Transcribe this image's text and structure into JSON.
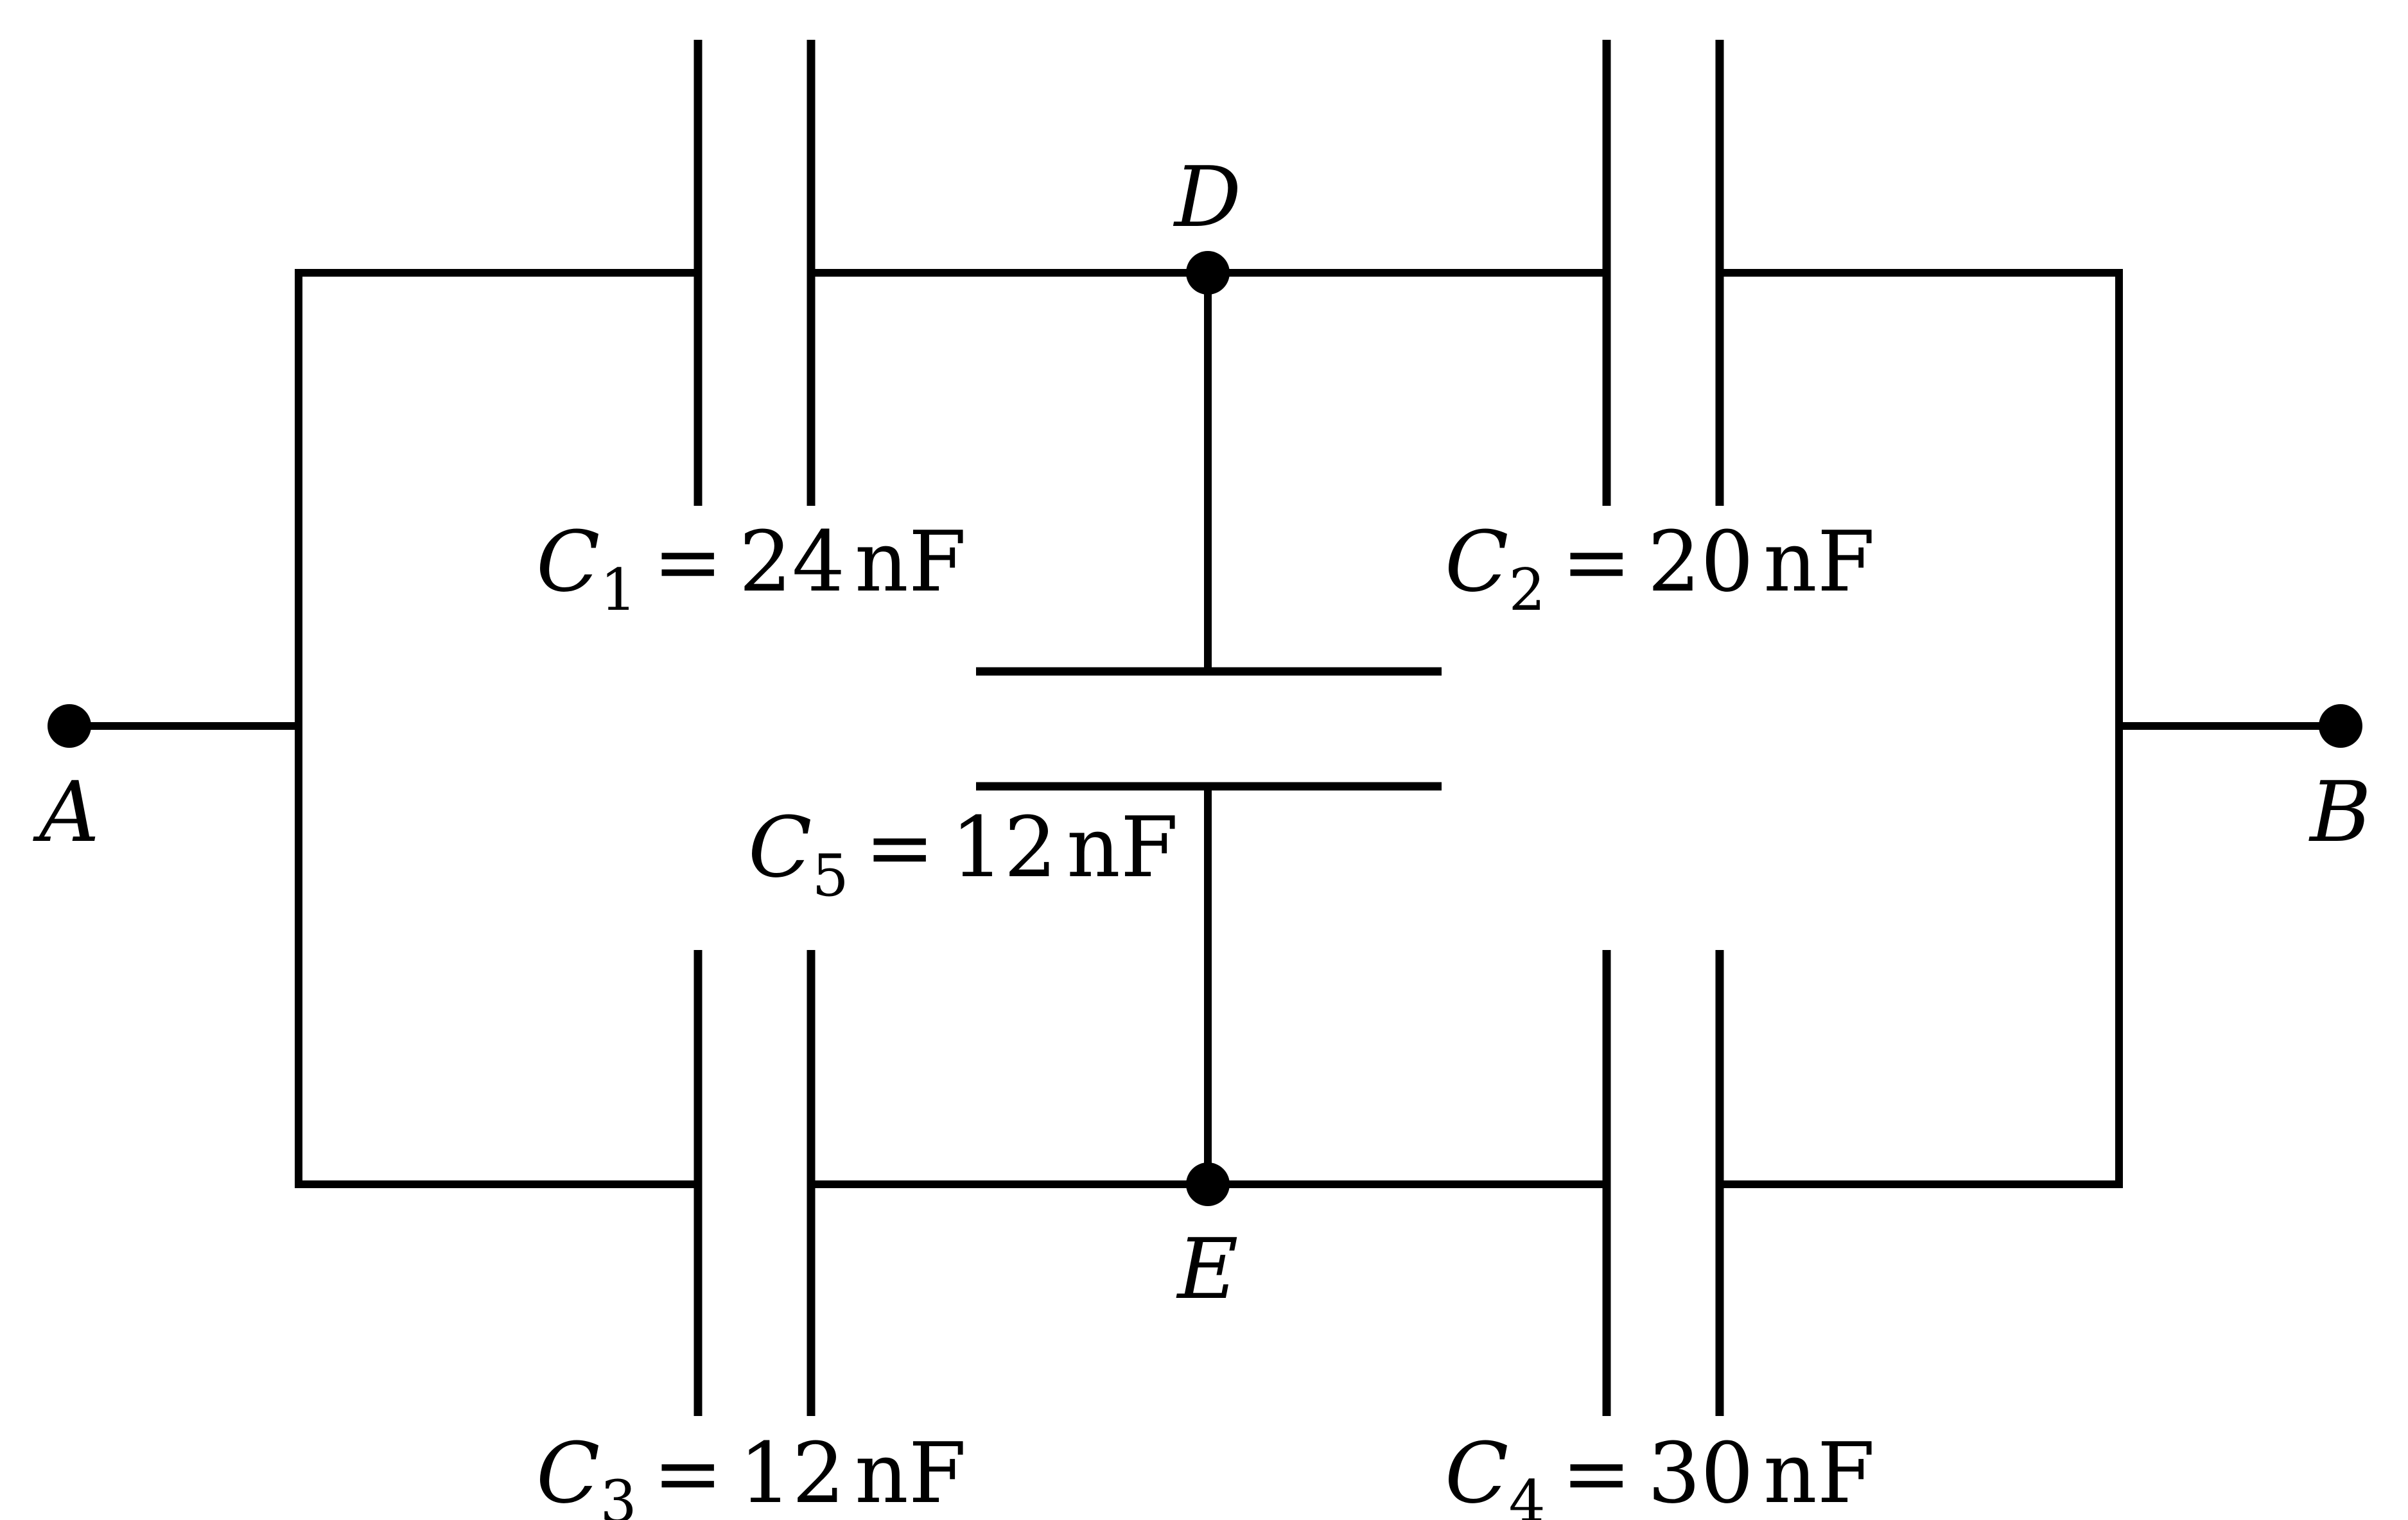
{
  "nodes": {
    "A": "A",
    "B": "B",
    "D": "D",
    "E": "E"
  },
  "capacitors": [
    {
      "symbol": "C",
      "subscript": "1",
      "equals": "=",
      "value": "24",
      "unit": "nF"
    },
    {
      "symbol": "C",
      "subscript": "2",
      "equals": "=",
      "value": "20",
      "unit": "nF"
    },
    {
      "symbol": "C",
      "subscript": "3",
      "equals": "=",
      "value": "12",
      "unit": "nF"
    },
    {
      "symbol": "C",
      "subscript": "4",
      "equals": "=",
      "value": "30",
      "unit": "nF"
    },
    {
      "symbol": "C",
      "subscript": "5",
      "equals": "=",
      "value": "12",
      "unit": "nF"
    }
  ]
}
